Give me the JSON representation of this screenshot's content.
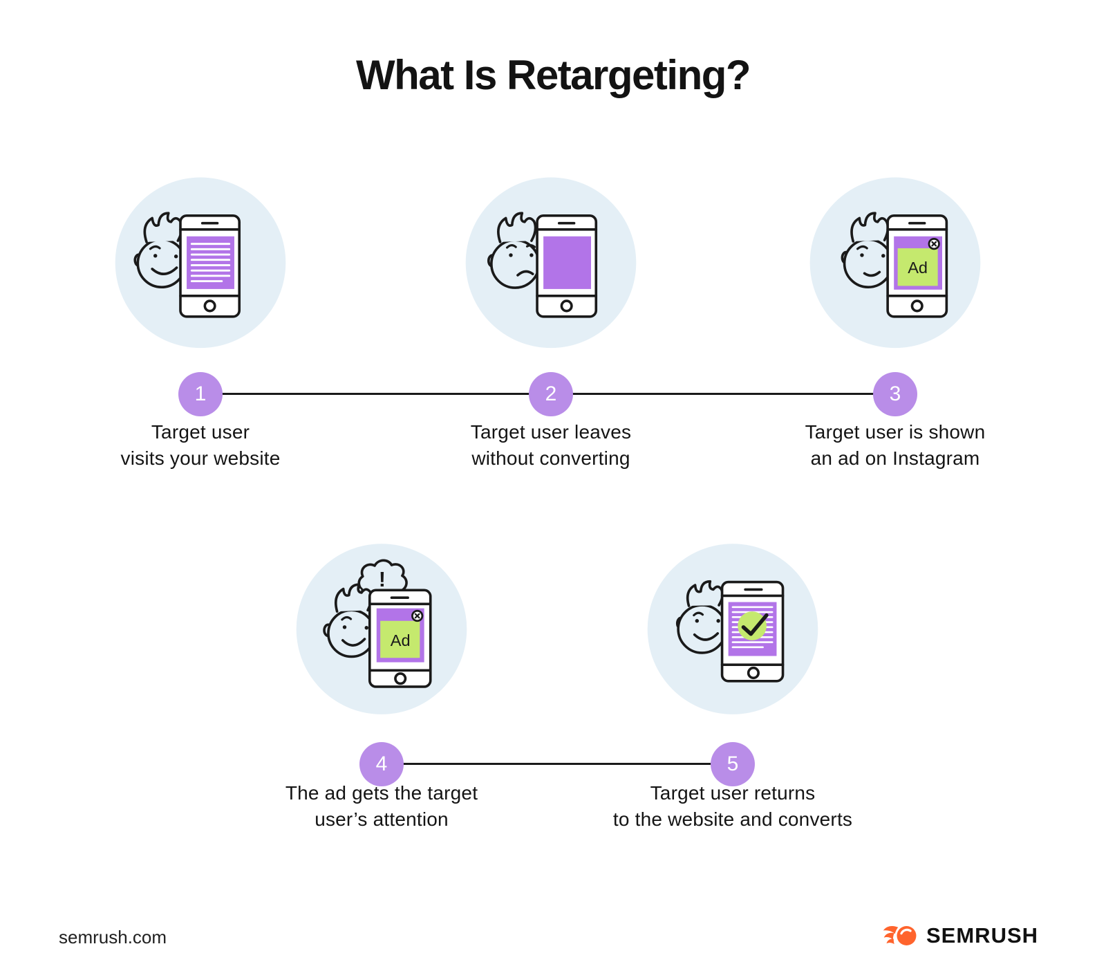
{
  "title": "What Is Retargeting?",
  "steps": [
    {
      "number": "1",
      "caption": [
        "Target user",
        "visits your website"
      ],
      "illustration": "happy-user-reading-website-on-phone"
    },
    {
      "number": "2",
      "caption": [
        "Target user leaves",
        "without converting"
      ],
      "illustration": "unhappy-user-leaving-blank-phone"
    },
    {
      "number": "3",
      "caption": [
        "Target user is shown",
        "an ad on Instagram"
      ],
      "illustration": "user-shown-ad-on-phone",
      "ad_label": "Ad"
    },
    {
      "number": "4",
      "caption": [
        "The ad gets the target",
        "user’s attention"
      ],
      "illustration": "user-notices-ad-thought-bubble",
      "ad_label": "Ad",
      "bubble_text": "!"
    },
    {
      "number": "5",
      "caption": [
        "Target user returns",
        "to the website and converts"
      ],
      "illustration": "user-converts-checkmark-on-phone"
    }
  ],
  "footer": {
    "website": "semrush.com",
    "brand": "SEMRUSH"
  },
  "colors": {
    "background": "#FFFFFF",
    "circle_background": "#E4EFF6",
    "screen_purple": "#B274E8",
    "badge_purple": "#B98DE8",
    "ad_green": "#C5E96E",
    "stroke_black": "#1A1A1A",
    "brand_orange": "#FF642D",
    "number_text": "#FFFFFF"
  }
}
